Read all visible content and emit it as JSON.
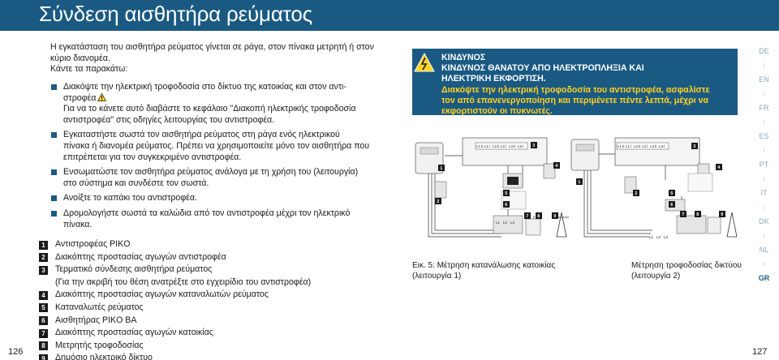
{
  "header": {
    "title": "Σύνδεση αισθητήρα ρεύματος"
  },
  "intro": {
    "p1": "Η εγκατάσταση του αισθητήρα ρεύματος γίνεται σε ράγα, στον πίνακα μετρητή ή στον κύριο διανομέα.",
    "p2": "Κάντε τα παρακάτω:"
  },
  "steps": [
    {
      "a": "Διακόψτε την ηλεκτρική τροφοδοσία στο δίκτυο της κατοικίας και στον αντι-",
      "b": "στροφέα",
      "c": "Για να το κάνετε αυτό διαβάστε το κεφάλαιο \"Διακοπή ηλεκτρικής τροφοδοσία",
      "d": "αντιστροφέα\" στις οδηγίες λειτουργίας του αντιστροφέα."
    },
    {
      "a": "Εγκαταστήστε σωστά τον αισθητήρα ρεύματος στη ράγα ενός ηλεκτρικού",
      "b": "πίνακα ή διανομέα ρεύματος. Πρέπει να χρησιμοποιείτε μόνο τον αισθητήρα που",
      "c": "επιτρέπεται για τον συγκεκριμένο αντιστροφέα."
    },
    {
      "a": "Ενσωματώστε τον αισθητήρα ρεύματος ανάλογα με τη χρήση του (λειτουργία)",
      "b": "στο σύστημα και συνδέστε τον σωστά."
    },
    {
      "a": "Ανοίξτε το καπάκι του αντιστροφέα."
    },
    {
      "a": "Δρομολογήστε σωστά τα καλώδια από τον αντιστροφέα μέχρι τον ηλεκτρικό",
      "b": "πίνακα."
    }
  ],
  "legend": [
    {
      "n": "1",
      "text": "Αντιστροφέας PIKO"
    },
    {
      "n": "2",
      "text": "Διακόπτης προστασίας αγωγών αντιστροφέα"
    },
    {
      "n": "3",
      "text": "Τερματικό σύνδεσης αισθητήρα ρεύματος"
    },
    {
      "n": "",
      "text": "(Για την ακριβή του θέση ανατρέξτε στο εγχειρίδιο του αντιστροφέα)"
    },
    {
      "n": "4",
      "text": "Διακόπτης προστασίας αγωγών καταναλωτών ρεύματος"
    },
    {
      "n": "5",
      "text": "Καταναλωτές ρεύματος"
    },
    {
      "n": "6",
      "text": "Αισθητήρας PIKO BA"
    },
    {
      "n": "7",
      "text": "Διακόπτης προστασίας αγωγών κατοικίας"
    },
    {
      "n": "8",
      "text": "Μετρητής τροφοδοσίας"
    },
    {
      "n": "9",
      "text": "Δημόσιο ηλεκτρικό δίκτυο"
    }
  ],
  "danger": {
    "heading": "ΚΙΝΔΥΝΟΣ",
    "line1": "ΚΙΝΔΥΝΟΣ ΘΑΝΑΤΟΥ ΑΠΟ ΗΛΕΚΤΡΟΠΛΗΞΙΑ ΚΑΙ",
    "line2": "ΗΛΕΚΤΡΙΚΗ ΕΚΦΟΡΤΙΣΗ.",
    "line3": "Διακόψτε την ηλεκτρική τροφοδοσία του αντιστροφέα, ασφαλίστε",
    "line4": "τον από επανενεργοποίηση και περιμένετε πέντε λεπτά, μέχρι να",
    "line5": "εκφορτιστούν οι πυκνωτές."
  },
  "diagram": {
    "terminal_labels": [
      "L1.k",
      "L1.l",
      "L2.k",
      "L2.l",
      "L3.k",
      "L3.l"
    ],
    "load_labels": [
      "L1",
      "L2",
      "L3"
    ],
    "markers": [
      "1",
      "2",
      "3",
      "4",
      "5",
      "6",
      "7",
      "8",
      "9"
    ]
  },
  "captions": {
    "fig1_line1": "Εικ. 5: Μέτρηση κατανάλωσης κατοικίας",
    "fig1_line2": "(λειτουργία 1)",
    "fig2_line1": "Μέτρηση τροφοδοσίας δικτύου",
    "fig2_line2": "(λειτουργία 2)"
  },
  "languages": [
    "DE",
    "EN",
    "FR",
    "ES",
    "PT",
    "IT",
    "DK",
    "NL",
    "GR"
  ],
  "active_language": "GR",
  "page": {
    "left": "126",
    "right": "127"
  },
  "colors": {
    "brand": "#1a5a82",
    "warning": "#ffd21f"
  }
}
